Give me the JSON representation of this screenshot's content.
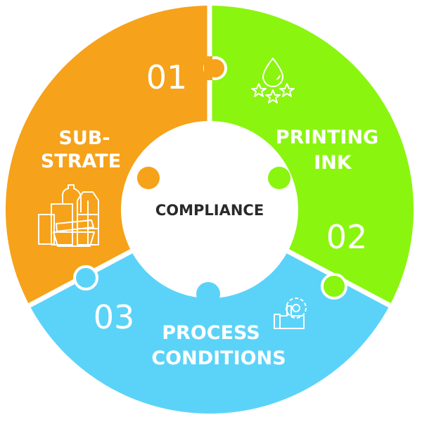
{
  "center_label": "COMPLIANCE",
  "segments": [
    {
      "number": "01",
      "label_line1": "SUB-",
      "label_line2": "STRATE",
      "icon": "packaging-icon",
      "color": "#F6A21A"
    },
    {
      "number": "02",
      "label_line1": "PRINTING",
      "label_line2": "INK",
      "icon": "ink-drop-stars-icon",
      "color": "#8AF50E"
    },
    {
      "number": "03",
      "label_line1": "PROCESS",
      "label_line2": "CONDITIONS",
      "icon": "hand-gear-icon",
      "color": "#5BD3F8"
    }
  ]
}
